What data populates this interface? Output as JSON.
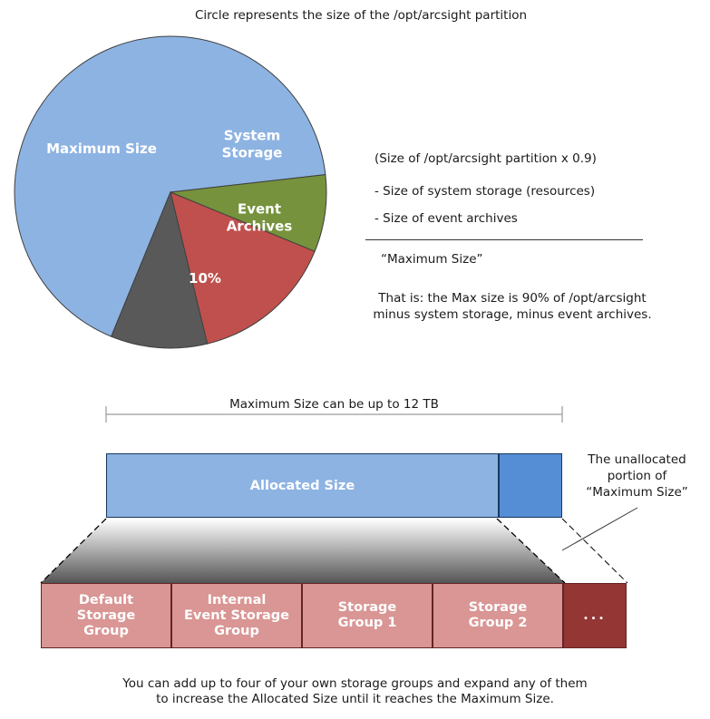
{
  "pie": {
    "title": "Circle represents the size of the /opt/arcsight partition",
    "slices": [
      {
        "label_lines": [
          "Maximum Size"
        ],
        "percent": 67,
        "color": "#8db3e2"
      },
      {
        "label_lines": [
          "System",
          "Storage"
        ],
        "percent": 8,
        "color": "#76923c"
      },
      {
        "label_lines": [
          "Event",
          "Archives"
        ],
        "percent": 15,
        "color": "#c0504d"
      },
      {
        "label_lines": [
          "10%"
        ],
        "percent": 10,
        "color": "#595959"
      }
    ]
  },
  "formula": {
    "line1": "(Size of /opt/arcsight partition x 0.9)",
    "line2": "- Size of system storage (resources)",
    "line3": "- Size of event archives",
    "result": "“Maximum Size”",
    "note_line1": "That is: the Max size is 90% of /opt/arcsight",
    "note_line2": "minus system storage, minus event archives."
  },
  "bar": {
    "range_label": "Maximum Size can be up to 12 TB",
    "allocated_label": "Allocated Size",
    "allocated_fraction": 0.86,
    "allocated_color": "#8db3e2",
    "unallocated_color": "#558ed5",
    "unallocated_callout": [
      "The unallocated",
      "portion of",
      "“Maximum Size”"
    ]
  },
  "storage_groups": [
    {
      "label_lines": [
        "Default",
        "Storage",
        "Group"
      ]
    },
    {
      "label_lines": [
        "Internal",
        "Event Storage",
        "Group"
      ]
    },
    {
      "label_lines": [
        "Storage",
        "Group 1"
      ]
    },
    {
      "label_lines": [
        "Storage",
        "Group 2"
      ]
    },
    {
      "label_lines": [
        "..."
      ]
    }
  ],
  "colors": {
    "group_fill": "#d99694",
    "more_fill": "#943634"
  },
  "footer": {
    "line1": "You can add up to four of your own storage groups and expand any of them",
    "line2": "to increase the Allocated Size until it reaches the Maximum Size."
  }
}
